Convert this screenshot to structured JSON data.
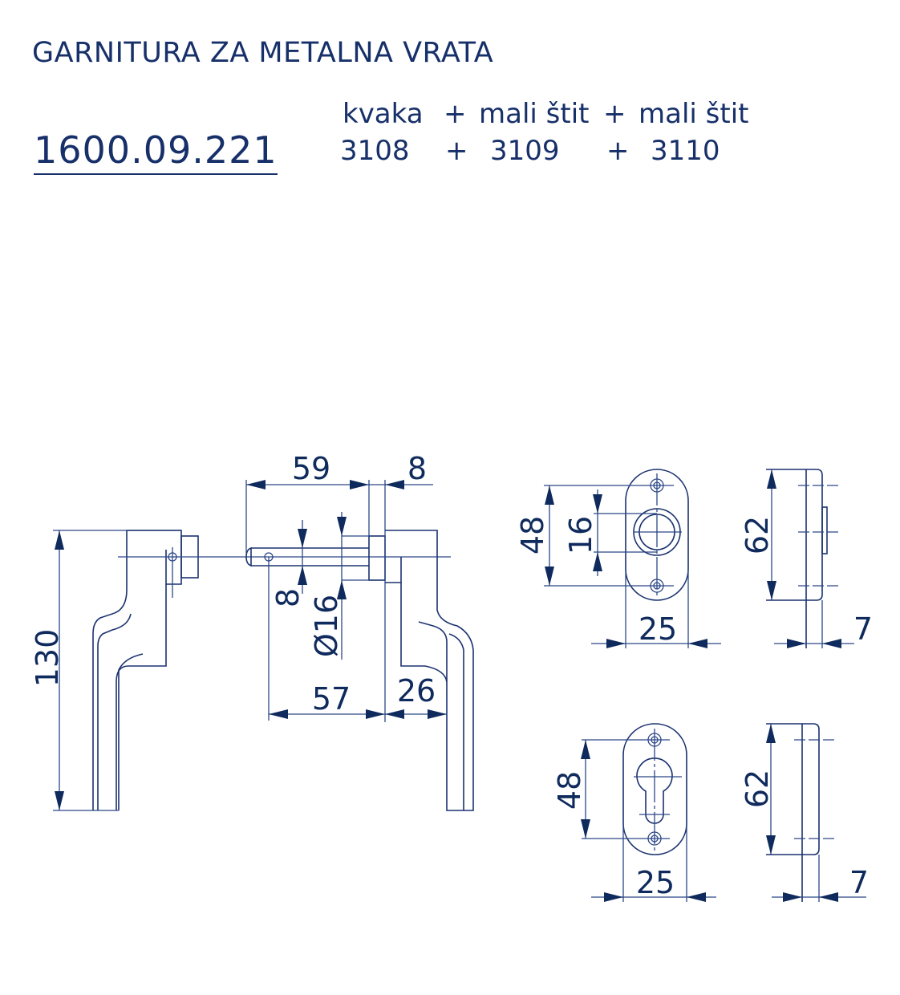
{
  "header": {
    "title": "GARNITURA ZA METALNA VRATA",
    "product_code": "1600.09.221",
    "components": [
      {
        "name": "kvaka",
        "code": "3108"
      },
      {
        "name": "mali štit",
        "code": "3109"
      },
      {
        "name": "mali štit",
        "code": "3110"
      }
    ],
    "plus": "+"
  },
  "dimensions": {
    "handle_height": "130",
    "spindle_length": "59",
    "rose_thickness": "8",
    "spindle_square": "8",
    "rose_diameter": "Ø16",
    "handle_projection": "57",
    "grip_offset": "26",
    "escutcheon_top": {
      "hole_spacing": "48",
      "hole_diameter": "16",
      "width": "25",
      "height": "62",
      "depth": "7"
    },
    "escutcheon_bottom": {
      "hole_spacing": "48",
      "width": "25",
      "height": "62",
      "depth": "7"
    }
  }
}
